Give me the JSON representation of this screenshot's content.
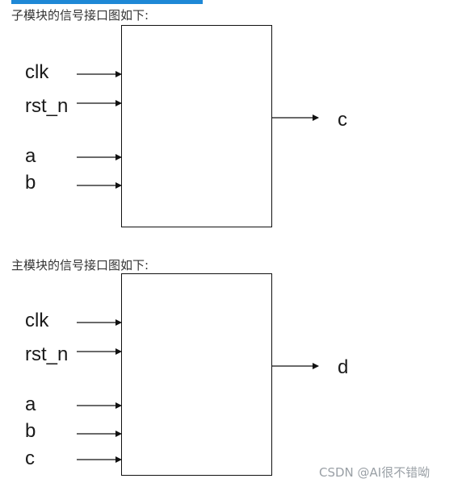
{
  "sub": {
    "heading": "子模块的信号接口图如下:",
    "inputs": [
      "clk",
      "rst_n",
      "a",
      "b"
    ],
    "output": "c"
  },
  "main": {
    "heading": "主模块的信号接口图如下:",
    "inputs": [
      "clk",
      "rst_n",
      "a",
      "b",
      "c"
    ],
    "output": "d"
  },
  "watermark": "CSDN @AI很不错呦",
  "colors": {
    "accent": "#1e88d6",
    "line": "#111111"
  }
}
